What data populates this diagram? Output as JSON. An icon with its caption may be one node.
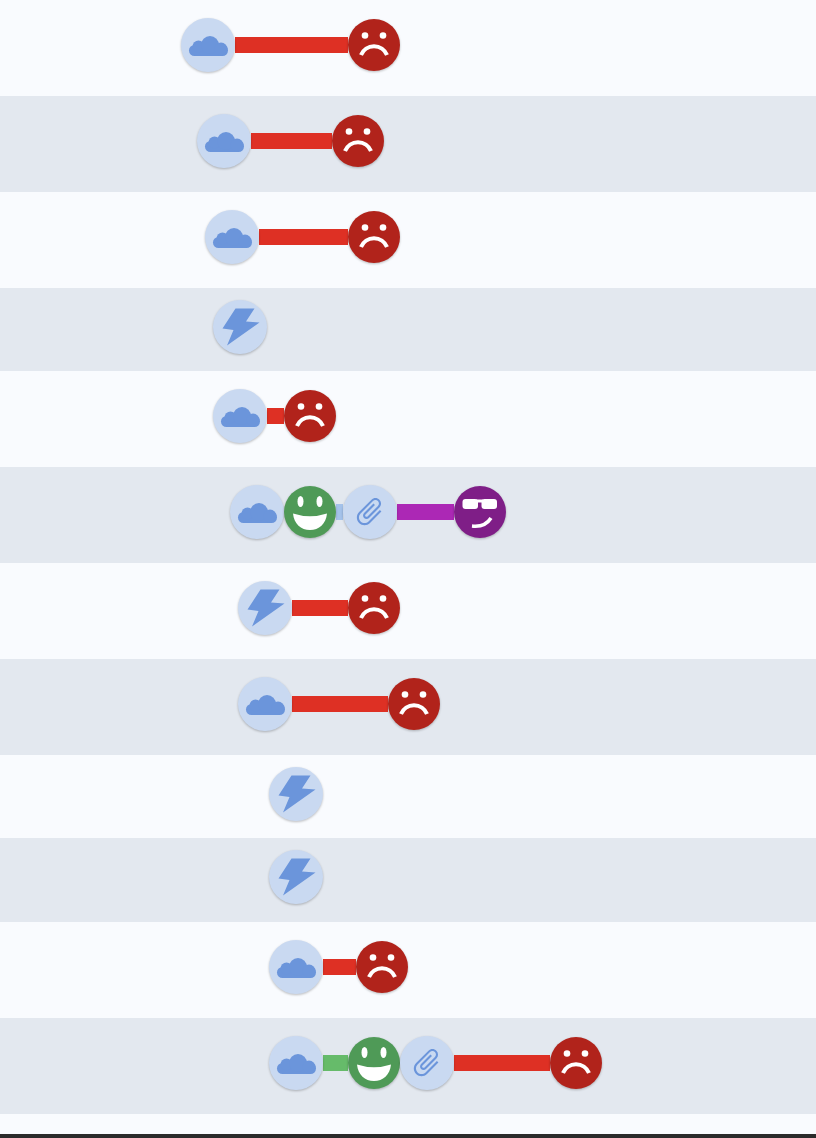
{
  "diagram": {
    "nodes": [
      {
        "text": [],
        "shape": "cloud"
      },
      {
        "text": [],
        "shape": "frown"
      },
      {
        "text": [],
        "shape": "cloud"
      },
      {
        "text": [],
        "shape": "frown"
      },
      {
        "text": [],
        "shape": "cloud"
      },
      {
        "text": [],
        "shape": "frown"
      },
      {
        "text": [],
        "shape": "lightning"
      },
      {
        "text": [],
        "shape": "cloud"
      },
      {
        "text": [],
        "shape": "frown"
      },
      {
        "text": [],
        "shape": "cloud"
      },
      {
        "text": [],
        "shape": "smile"
      },
      {
        "text": [],
        "shape": "paperclip"
      },
      {
        "text": [],
        "shape": "sunglasses"
      },
      {
        "text": [],
        "shape": "lightning"
      },
      {
        "text": [],
        "shape": "frown"
      },
      {
        "text": [],
        "shape": "cloud"
      },
      {
        "text": [],
        "shape": "frown"
      },
      {
        "text": [],
        "shape": "lightning"
      },
      {
        "text": [],
        "shape": "lightning"
      },
      {
        "text": [],
        "shape": "cloud"
      },
      {
        "text": [],
        "shape": "frown"
      },
      {
        "text": [],
        "shape": "cloud"
      },
      {
        "text": [],
        "shape": "smile"
      },
      {
        "text": [],
        "shape": "paperclip"
      },
      {
        "text": [],
        "shape": "frown"
      }
    ],
    "edges": [
      {
        "from": 0,
        "to": 1,
        "arrow": "none"
      },
      {
        "from": 2,
        "to": 3,
        "arrow": "none"
      },
      {
        "from": 4,
        "to": 5,
        "arrow": "none"
      },
      {
        "from": 7,
        "to": 8,
        "arrow": "none"
      },
      {
        "from": 10,
        "to": 11,
        "arrow": "none",
        "color": "#a4c2ea"
      },
      {
        "from": 11,
        "to": 12,
        "arrow": "none",
        "color": "#ac28b5"
      },
      {
        "from": 13,
        "to": 14,
        "arrow": "none"
      },
      {
        "from": 15,
        "to": 16,
        "arrow": "none"
      },
      {
        "from": 19,
        "to": 20,
        "arrow": "none"
      },
      {
        "from": 21,
        "to": 22,
        "arrow": "none",
        "color": "#66bb6a"
      },
      {
        "from": 23,
        "to": 24,
        "arrow": "none"
      }
    ]
  }
}
